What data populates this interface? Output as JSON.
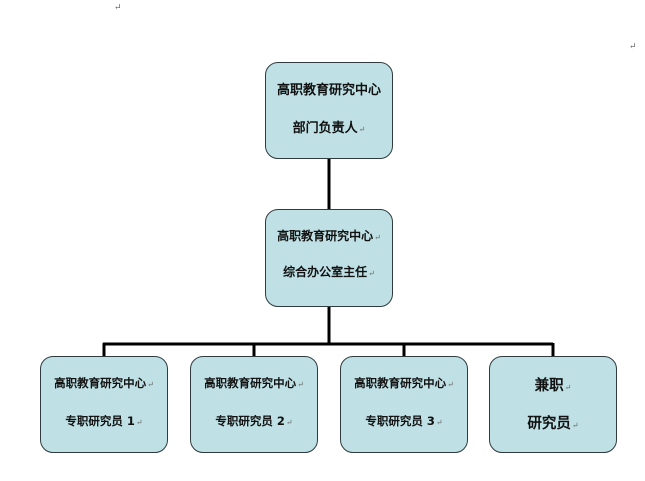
{
  "page_marks": {
    "mark_1": "↵",
    "mark_2": "↵"
  },
  "nodes": {
    "head": {
      "line1": "高职教育研究中心",
      "line2": "部门负责人",
      "mark": "↵"
    },
    "office": {
      "line1": "高职教育研究中心",
      "line2": "综合办公室主任",
      "mark": "↵"
    },
    "researcher_1": {
      "line1": "高职教育研究中心",
      "line2": "专职研究员 1",
      "mark": "↵"
    },
    "researcher_2": {
      "line1": "高职教育研究中心",
      "line2": "专职研究员 2",
      "mark": "↵"
    },
    "researcher_3": {
      "line1": "高职教育研究中心",
      "line2": "专职研究员 3",
      "mark": "↵"
    },
    "part_time": {
      "line1": "兼职",
      "line2": "研究员",
      "mark": "↵"
    }
  },
  "colors": {
    "node_fill": "#bfe1e5",
    "node_border": "#2f3b40",
    "connector": "#000000"
  }
}
